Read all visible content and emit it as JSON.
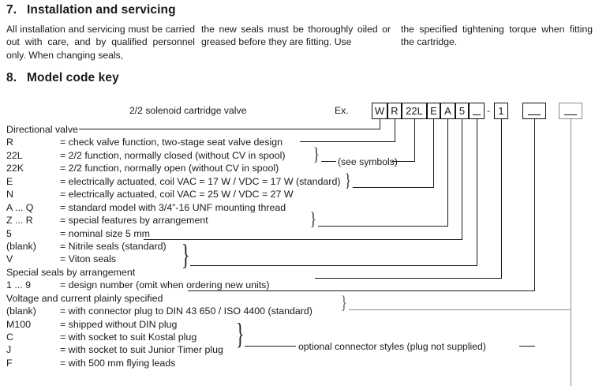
{
  "section7": {
    "number": "7.",
    "title": "Installation and servicing",
    "col1": "All installation and servicing  must be carried out with care, and by qualified personnel only. When changing seals,",
    "col2": "the new seals must be thoroughly oiled or greased before they are fitting. Use",
    "col3": "the specified tightening torque when fitting the cartridge."
  },
  "section8": {
    "number": "8.",
    "title": "Model code key",
    "product_label": "2/2 solenoid cartridge valve",
    "example_label": "Ex.",
    "code_boxes": [
      {
        "text": "W",
        "underscore": false
      },
      {
        "text": "R",
        "underscore": false
      },
      {
        "text": "22L",
        "underscore": false
      },
      {
        "text": "E",
        "underscore": false
      },
      {
        "text": "A",
        "underscore": false
      },
      {
        "text": "5",
        "underscore": false
      },
      {
        "text": "",
        "underscore": true
      },
      {
        "text": "1",
        "underscore": false
      },
      {
        "text": "",
        "underscore": true
      },
      {
        "text": "",
        "underscore": true
      }
    ],
    "dash": "-",
    "legend": [
      {
        "code": "Directional valve",
        "desc": "",
        "full": true
      },
      {
        "code": "R",
        "desc": "= check valve function, two-stage seat valve design"
      },
      {
        "code": "22L",
        "desc": "= 2/2 function, normally closed (without CV in spool)"
      },
      {
        "code": "22K",
        "desc": "= 2/2 function, normally open   (without CV in spool)"
      },
      {
        "code": "E",
        "desc": "= electrically actuated, coil VAC = 17 W /  VDC = 17 W (standard)"
      },
      {
        "code": "N",
        "desc": "= electrically actuated, coil VAC = 25 W /  VDC = 27 W"
      },
      {
        "code": "A ... Q",
        "desc": "= standard model with 3/4”-16 UNF mounting thread"
      },
      {
        "code": "Z ... R",
        "desc": "= special features by arrangement"
      },
      {
        "code": "5",
        "desc": "= nominal size 5 mm"
      },
      {
        "code": "(blank)",
        "desc": "= Nitrile seals (standard)"
      },
      {
        "code": "V",
        "desc": "= Viton seals"
      },
      {
        "code": "Special seals by arrangement",
        "desc": "",
        "full": true
      },
      {
        "code": "1 ... 9",
        "desc": "= design number (omit when ordering new units)"
      },
      {
        "code": "Voltage and current plainly specified",
        "desc": "",
        "full": true
      },
      {
        "code": "(blank)",
        "desc": "= with connector plug to DIN 43 650 / ISO 4400 (standard)"
      },
      {
        "code": "M100",
        "desc": "= shipped without DIN plug"
      },
      {
        "code": "C",
        "desc": "= with socket to suit Kostal plug"
      },
      {
        "code": "J",
        "desc": "= with socket to suit Junior Timer plug"
      },
      {
        "code": "F",
        "desc": "= with 500 mm flying leads"
      }
    ],
    "annotations": {
      "see_symbols": "(see symbols)",
      "optional_connector": "optional connector styles (plug not supplied)"
    }
  },
  "colors": {
    "ink": "#1a1a1a",
    "line": "#1a1a1a",
    "line_grey": "#8c8c8c",
    "background": "#ffffff"
  }
}
